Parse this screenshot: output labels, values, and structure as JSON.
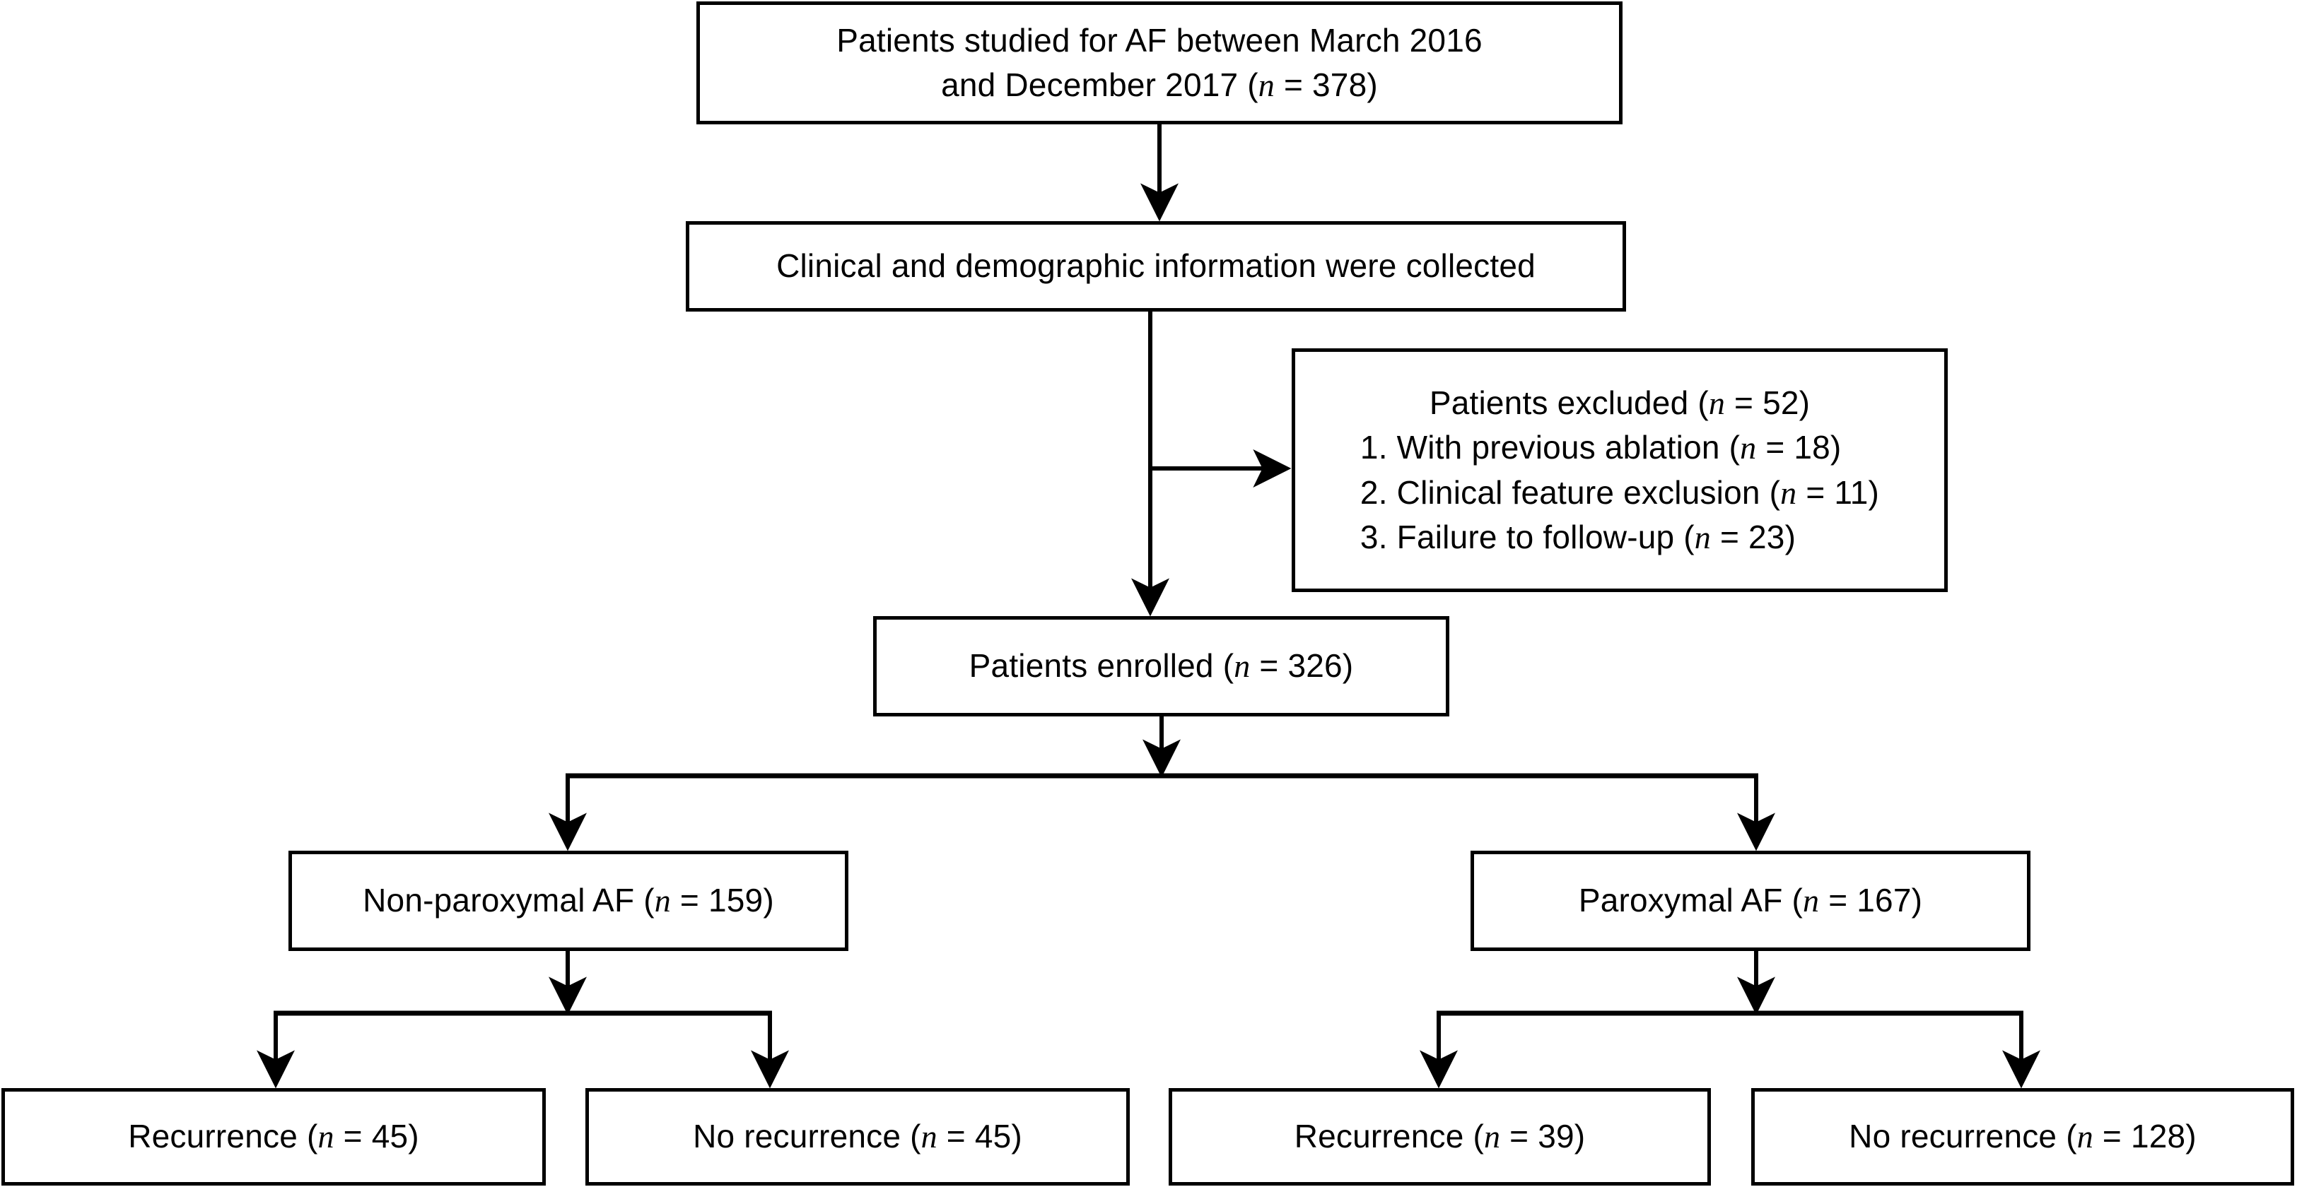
{
  "diagram": {
    "type": "flowchart",
    "title": "Patient enrollment flow diagram for atrial fibrillation study",
    "style": {
      "box_border_color": "#000000",
      "background": "#ffffff",
      "text_color": "#000000",
      "line_color": "#000000"
    }
  },
  "nodes": {
    "studied": {
      "line1": "Patients studied for AF between March 2016",
      "line2_pre": "and December 2017 (",
      "line2_n": "n",
      "line2_post": " = 378)"
    },
    "collected": {
      "text": "Clinical and demographic information were collected"
    },
    "excluded": {
      "header_pre": "Patients excluded (",
      "header_n": "n",
      "header_post": " = 52)",
      "item1_pre": "1. With previous ablation (",
      "item1_n": "n",
      "item1_post": " = 18)",
      "item2_pre": "2. Clinical feature exclusion (",
      "item2_n": "n",
      "item2_post": " = 11)",
      "item3_pre": "3. Failure to follow-up (",
      "item3_n": "n",
      "item3_post": " = 23)"
    },
    "enrolled": {
      "text_pre": "Patients enrolled (",
      "text_n": "n",
      "text_post": " = 326)"
    },
    "nonparoxymal": {
      "text_pre": "Non-paroxymal AF (",
      "text_n": "n",
      "text_post": " = 159)"
    },
    "paroxymal": {
      "text_pre": "Paroxymal AF (",
      "text_n": "n",
      "text_post": " = 167)"
    },
    "np_recurrence": {
      "text_pre": "Recurrence (",
      "text_n": "n",
      "text_post": " = 45)"
    },
    "np_no_recurrence": {
      "text_pre": "No recurrence (",
      "text_n": "n",
      "text_post": " = 45)"
    },
    "p_recurrence": {
      "text_pre": "Recurrence (",
      "text_n": "n",
      "text_post": " = 39)"
    },
    "p_no_recurrence": {
      "text_pre": "No recurrence (",
      "text_n": "n",
      "text_post": " = 128)"
    }
  },
  "counts": {
    "studied": 378,
    "excluded_total": 52,
    "excluded_previous_ablation": 18,
    "excluded_clinical_feature": 11,
    "excluded_failure_followup": 23,
    "enrolled": 326,
    "nonparoxymal": 159,
    "paroxymal": 167,
    "nonparoxymal_recurrence": 45,
    "nonparoxymal_no_recurrence": 45,
    "paroxymal_recurrence": 39,
    "paroxymal_no_recurrence": 128
  }
}
